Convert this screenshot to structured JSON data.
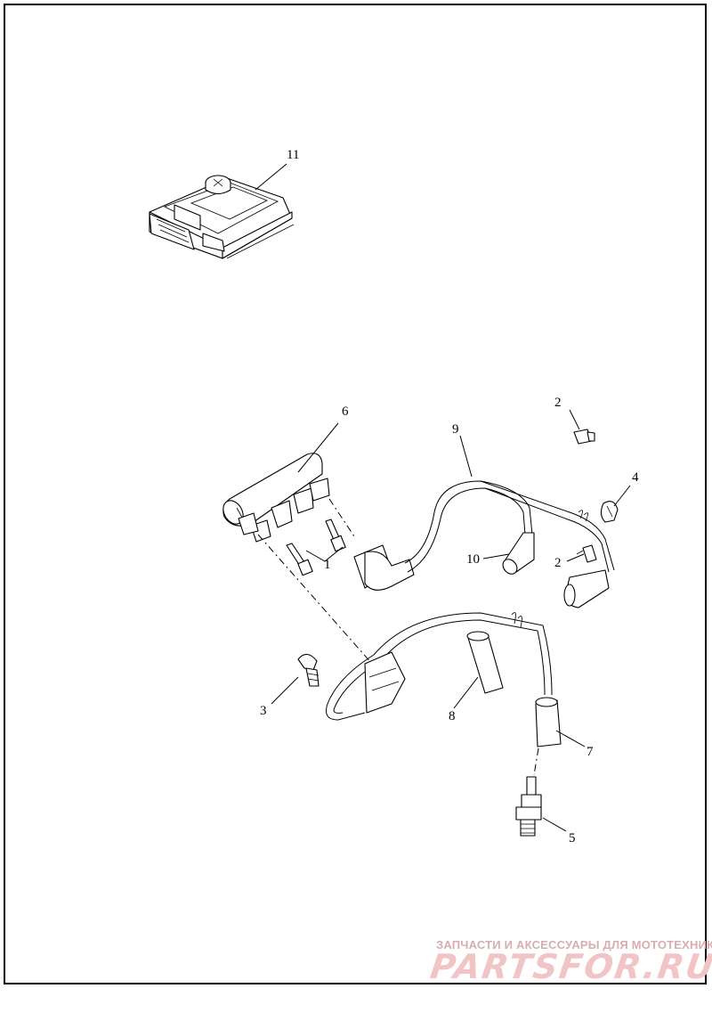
{
  "callouts": {
    "c1": "1",
    "c2a": "2",
    "c2b": "2",
    "c3": "3",
    "c4": "4",
    "c5": "5",
    "c6": "6",
    "c7": "7",
    "c8": "8",
    "c9": "9",
    "c10": "10",
    "c11": "11"
  },
  "watermark": {
    "tagline": "ЗАПЧАСТИ И АКСЕССУАРЫ ДЛЯ МОТОТЕХНИКИ",
    "logo": "PARTSFOR.RU"
  },
  "colors": {
    "line": "#000000",
    "watermark_tagline": "#d6aeb0",
    "watermark_logo": "#f1c4c6"
  }
}
